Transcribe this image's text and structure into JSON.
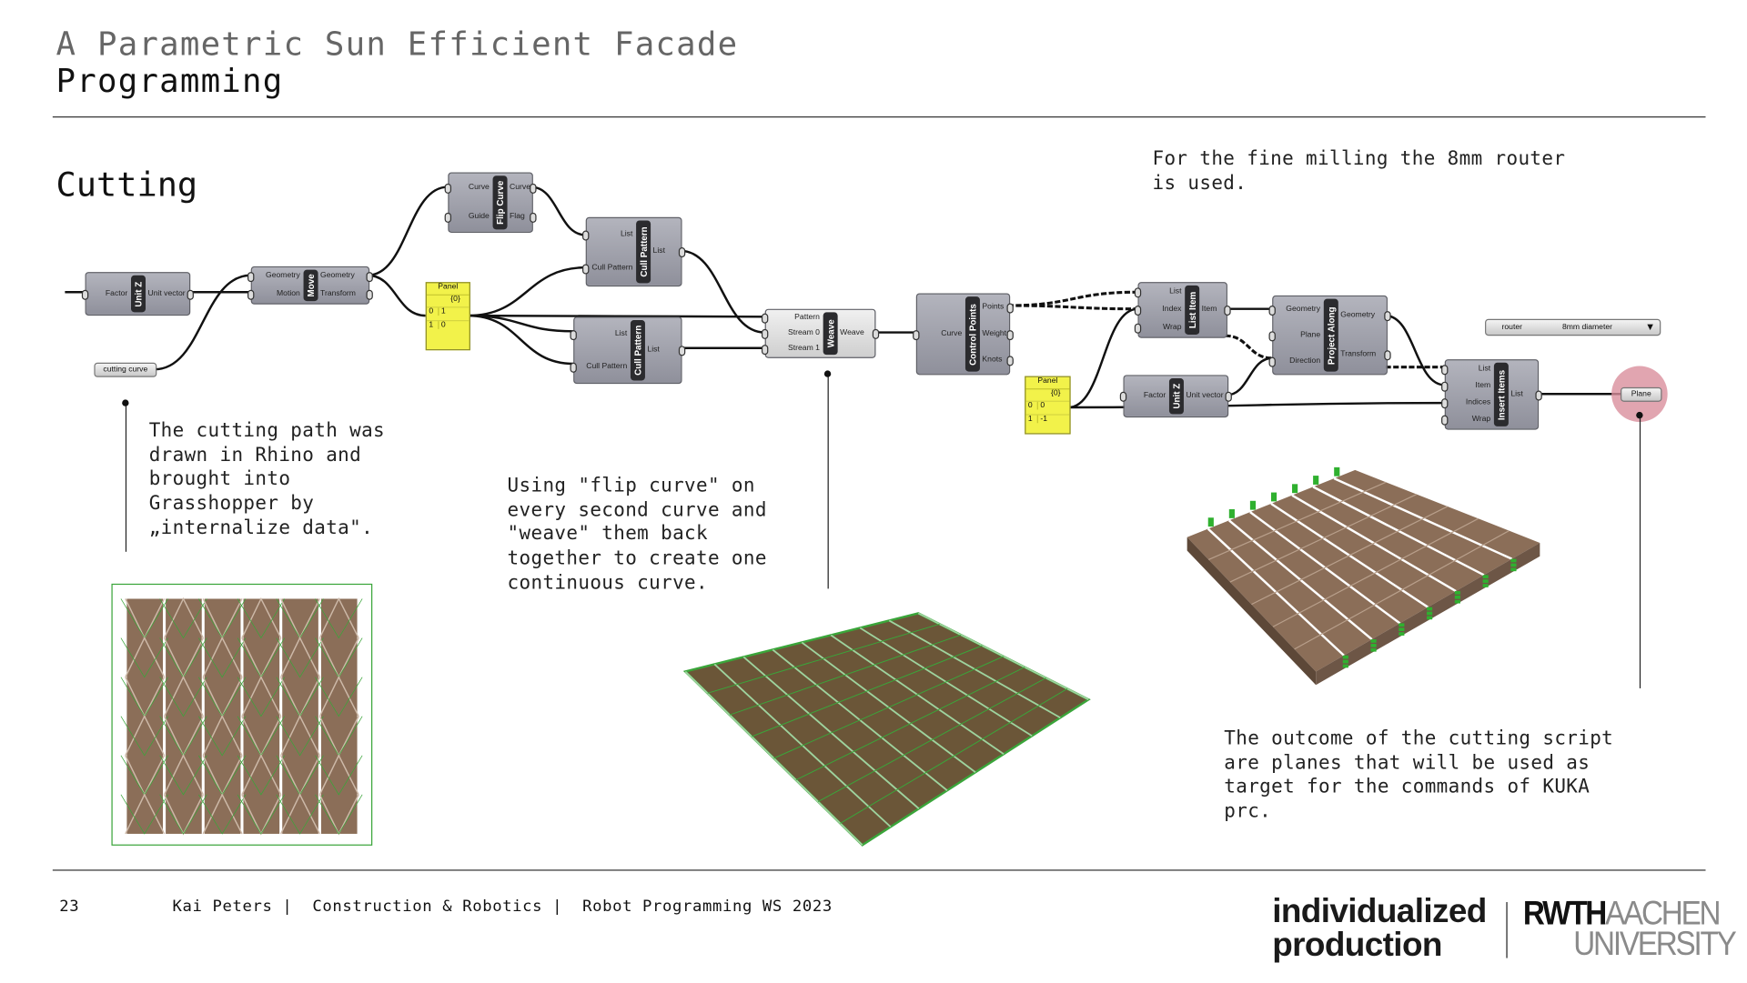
{
  "header": {
    "title": "A Parametric Sun Efficient Facade",
    "subtitle": "Programming"
  },
  "section": "Cutting",
  "notes": {
    "router": "For the fine milling the 8mm router\nis used.",
    "cutting_path": "The cutting path was\ndrawn in Rhino and\nbrought into\nGrasshopper by\n„internalize data\".",
    "flip": "Using \"flip curve\" on\nevery second curve and\n\"weave\" them back\ntogether to create one\ncontinuous curve.",
    "outcome": "The outcome of the cutting script\nare planes that will be used as\ntarget for the commands of KUKA\nprc."
  },
  "nodes": [
    {
      "id": "unitz1",
      "name": "Unit Z",
      "inputs": [
        "Factor"
      ],
      "outputs": [
        "Unit vector"
      ]
    },
    {
      "id": "move",
      "name": "Move",
      "inputs": [
        "Geometry",
        "Motion"
      ],
      "outputs": [
        "Geometry",
        "Transform"
      ]
    },
    {
      "id": "flip",
      "name": "Flip Curve",
      "inputs": [
        "Curve",
        "Guide"
      ],
      "outputs": [
        "Curve",
        "Flag"
      ]
    },
    {
      "id": "cull1",
      "name": "Cull Pattern",
      "inputs": [
        "List",
        "Cull Pattern"
      ],
      "outputs": [
        "List"
      ]
    },
    {
      "id": "cull2",
      "name": "Cull Pattern",
      "inputs": [
        "List",
        "Cull Pattern"
      ],
      "outputs": [
        "List"
      ]
    },
    {
      "id": "weave",
      "name": "Weave",
      "inputs": [
        "Pattern",
        "Stream 0",
        "Stream 1"
      ],
      "outputs": [
        "Weave"
      ]
    },
    {
      "id": "cp",
      "name": "Control Points",
      "inputs": [
        "Curve"
      ],
      "outputs": [
        "Points",
        "Weights",
        "Knots"
      ]
    },
    {
      "id": "listitem",
      "name": "List Item",
      "inputs": [
        "List",
        "Index",
        "Wrap"
      ],
      "outputs": [
        "Item"
      ]
    },
    {
      "id": "proj",
      "name": "Project Along",
      "inputs": [
        "Geometry",
        "Plane",
        "Direction"
      ],
      "outputs": [
        "Geometry",
        "Transform"
      ]
    },
    {
      "id": "unitz2",
      "name": "Unit Z",
      "inputs": [
        "Factor"
      ],
      "outputs": [
        "Unit vector"
      ]
    },
    {
      "id": "insert",
      "name": "Insert Items",
      "inputs": [
        "List",
        "Item",
        "Indices",
        "Wrap"
      ],
      "outputs": [
        "List"
      ]
    }
  ],
  "panels": [
    {
      "id": "panel1",
      "title": "Panel",
      "path": "{0}",
      "rows": [
        [
          "0",
          "1"
        ],
        [
          "1",
          "0"
        ]
      ]
    },
    {
      "id": "panel2",
      "title": "Panel",
      "path": "{0}",
      "rows": [
        [
          "0",
          "0"
        ],
        [
          "1",
          "-1"
        ]
      ]
    }
  ],
  "params": {
    "cutting_curve": "cutting curve",
    "plane": "Plane"
  },
  "dropdown": {
    "label": "router",
    "value": "8mm diameter"
  },
  "footer": {
    "page": "23",
    "text": "Kai Peters |  Construction & Robotics |  Robot Programming WS 2023"
  },
  "logos": {
    "ip1": "individualized",
    "ip2": "production",
    "rwth1": "RWTH",
    "rwth2": "AACHEN",
    "rwth3": "UNIVERSITY"
  },
  "colors": {
    "accent": "#f2f24a",
    "highlight": "#d98f9c",
    "wood": "#8b6e58",
    "mesh": "#3aa53a",
    "rwth": "#8a8a8a"
  }
}
